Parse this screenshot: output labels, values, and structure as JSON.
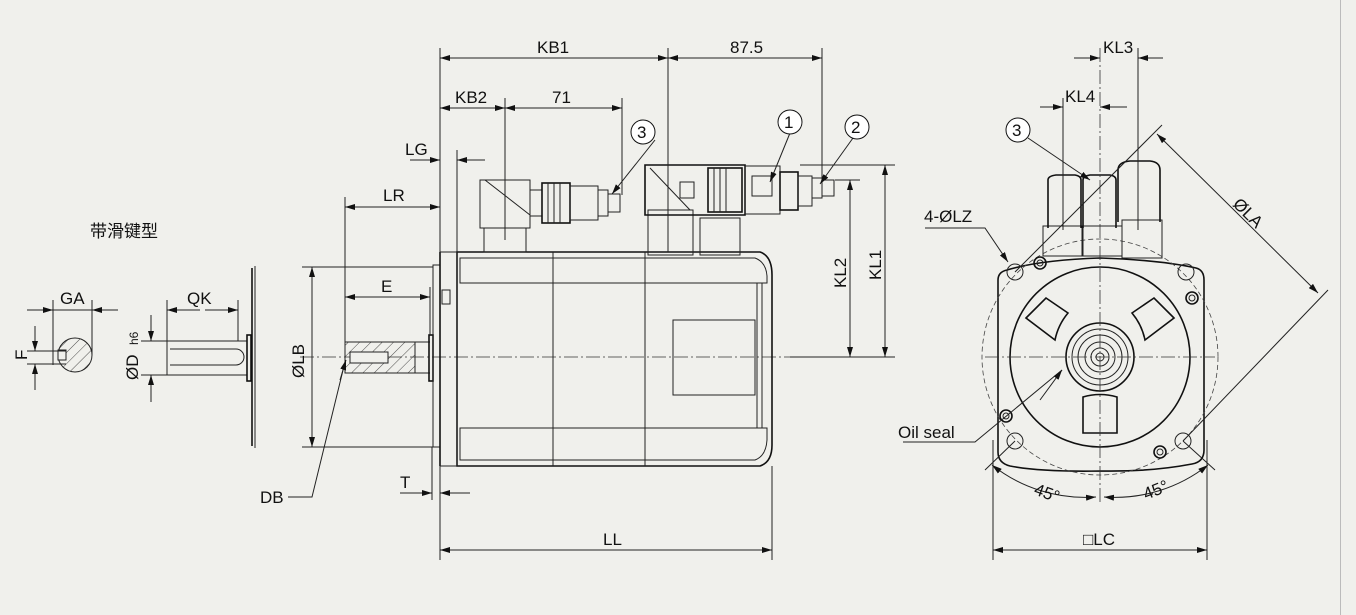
{
  "title": "带滑键型",
  "dimensions": {
    "kb1": "KB1",
    "d875": "87.5",
    "kb2": "KB2",
    "d71": "71",
    "lg": "LG",
    "lr": "LR",
    "e": "E",
    "lb": "ØLB",
    "kl1": "KL1",
    "kl2": "KL2",
    "ll": "LL",
    "t": "T",
    "db": "DB",
    "ga": "GA",
    "f": "F",
    "qk": "QK",
    "d": "ØD",
    "d_tol": "h6",
    "kl3": "KL3",
    "kl4": "KL4",
    "lz": "4-ØLZ",
    "la": "ØLA",
    "lc": "□LC",
    "angle1": "45°",
    "angle2": "45°"
  },
  "callouts": [
    "1",
    "2",
    "3",
    "3"
  ],
  "labels": {
    "oil_seal": "Oil seal"
  }
}
